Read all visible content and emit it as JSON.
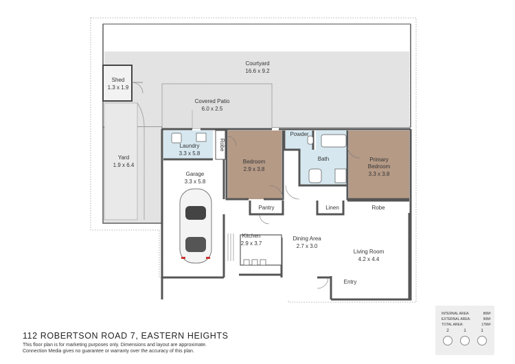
{
  "rooms": {
    "courtyard": {
      "name": "Courtyard",
      "dims": "16.6 x 9.2"
    },
    "shed": {
      "name": "Shed",
      "dims": "1.3 x 1.9"
    },
    "covered_patio": {
      "name": "Covered Patio",
      "dims": "6.0 x 2.5"
    },
    "yard": {
      "name": "Yard",
      "dims": "1.9 x 6.4"
    },
    "laundry": {
      "name": "Laundry",
      "dims": "3.3 x 5.8"
    },
    "robe_left": {
      "name": "Robe"
    },
    "powder": {
      "name": "Powder"
    },
    "bedroom": {
      "name": "Bedroom",
      "dims": "2.9 x 3.8"
    },
    "bath": {
      "name": "Bath"
    },
    "primary_bedroom": {
      "name_line1": "Primary",
      "name_line2": "Bedroom",
      "dims": "3.3 x 3.8"
    },
    "garage": {
      "name": "Garage",
      "dims": "3.3 x 5.8"
    },
    "pantry": {
      "name": "Pantry"
    },
    "linen": {
      "name": "Linen"
    },
    "robe_right": {
      "name": "Robe"
    },
    "kitchen": {
      "name": "Kitchen",
      "dims": "2.9 x 3.7"
    },
    "dining_area": {
      "name": "Dining Area",
      "dims": "2.7 x 3.0"
    },
    "living_room": {
      "name": "Living Room",
      "dims": "4.2 x 4.4"
    },
    "entry": {
      "name": "Entry"
    }
  },
  "address": "112 ROBERTSON ROAD 7, EASTERN HEIGHTS",
  "disclaimer": {
    "line1": "This floor plan is for marketing purposes only. Dimensions and layout are approximate.",
    "line2": "Connection Media gives no guarantee or warranty over the accuracy of this plan."
  },
  "legend": {
    "internal_label": "INTERNAL AREA:",
    "internal_value": "86M²",
    "external_label": "EXTERNAL AREA:",
    "external_value": "90M²",
    "total_label": "TOTAL AREA:",
    "total_value": "176M²",
    "bedrooms": "2",
    "bathrooms": "1",
    "car_spaces": "1",
    "icons": [
      "bed-icon",
      "bath-icon",
      "car-icon"
    ]
  },
  "colors": {
    "outdoor": "#e4e4e4",
    "bedroom_floor": "#b59a86",
    "wet_area": "#d6e7ef",
    "wall": "#555555"
  }
}
